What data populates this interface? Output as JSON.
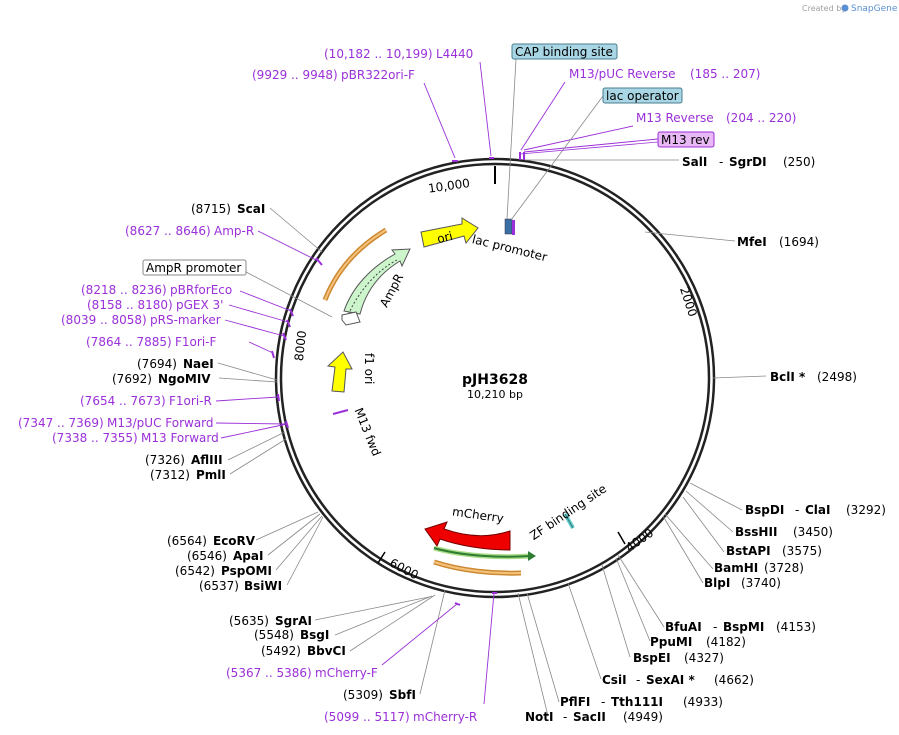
{
  "credit": {
    "created_by": "Created by",
    "brand": "SnapGene"
  },
  "plasmid": {
    "name": "pJH3628",
    "length_label": "10,210 bp"
  },
  "ring_ticks": [
    {
      "label": "10,000"
    },
    {
      "label": "2000"
    },
    {
      "label": "4000"
    },
    {
      "label": "6000"
    },
    {
      "label": "8000"
    }
  ],
  "inner_features": [
    {
      "name": "ori",
      "color": "#ffff00"
    },
    {
      "name": "lac promoter",
      "color": "#ffffff"
    },
    {
      "name": "AmpR",
      "color": "#ccf5cc"
    },
    {
      "name": "f1 ori",
      "color": "#ffff00"
    },
    {
      "name": "M13 fwd",
      "color": "#9b30d9"
    },
    {
      "name": "mCherry",
      "color": "#ee0000"
    },
    {
      "name": "ZF binding site",
      "color": "#66cccc"
    }
  ],
  "boxed_features": [
    {
      "name": "CAP binding site",
      "fill": "#a9d6e5",
      "stroke": "#4a7f90"
    },
    {
      "name": "lac operator",
      "fill": "#a9d6e5",
      "stroke": "#4a7f90"
    },
    {
      "name": "M13 rev",
      "fill": "#e8b9f5",
      "stroke": "#9b30d9"
    },
    {
      "name": "AmpR promoter",
      "fill": "#ffffff",
      "stroke": "#888888"
    }
  ],
  "primers": [
    {
      "range": "(10,182 .. 10,199)",
      "name": "L4440"
    },
    {
      "range": "(9929 .. 9948)",
      "name": "pBR322ori-F"
    },
    {
      "range": "(185 .. 207)",
      "name": "M13/pUC Reverse"
    },
    {
      "range": "(204 .. 220)",
      "name": "M13 Reverse"
    },
    {
      "range": "(8627 .. 8646)",
      "name": "Amp-R"
    },
    {
      "range": "(8218 .. 8236)",
      "name": "pBRforEco"
    },
    {
      "range": "(8158 .. 8180)",
      "name": "pGEX 3'"
    },
    {
      "range": "(8039 .. 8058)",
      "name": "pRS-marker"
    },
    {
      "range": "(7864 .. 7885)",
      "name": "F1ori-F"
    },
    {
      "range": "(7654 .. 7673)",
      "name": "F1ori-R"
    },
    {
      "range": "(7347 .. 7369)",
      "name": "M13/pUC Forward"
    },
    {
      "range": "(7338 .. 7355)",
      "name": "M13 Forward"
    },
    {
      "range": "(5367 .. 5386)",
      "name": "mCherry-F"
    },
    {
      "range": "(5099 .. 5117)",
      "name": "mCherry-R"
    }
  ],
  "enzymes": [
    {
      "name": "SalI",
      "second": "SgrDI",
      "pos": "(250)"
    },
    {
      "name": "MfeI",
      "pos": "(1694)"
    },
    {
      "name": "BclI *",
      "pos": "(2498)"
    },
    {
      "name": "BspDI",
      "second": "ClaI",
      "pos": "(3292)"
    },
    {
      "name": "BssHII",
      "pos": "(3450)"
    },
    {
      "name": "BstAPI",
      "pos": "(3575)"
    },
    {
      "name": "BamHI",
      "pos": "(3728)"
    },
    {
      "name": "BlpI",
      "pos": "(3740)"
    },
    {
      "name": "BfuAI",
      "second": "BspMI",
      "pos": "(4153)"
    },
    {
      "name": "PpuMI",
      "pos": "(4182)"
    },
    {
      "name": "BspEI",
      "pos": "(4327)"
    },
    {
      "name": "CsiI",
      "second": "SexAI *",
      "pos": "(4662)"
    },
    {
      "name": "PflFI",
      "second": "Tth111I",
      "pos": "(4933)"
    },
    {
      "name": "NotI",
      "second": "SacII",
      "pos": "(4949)"
    },
    {
      "name": "SbfI",
      "pos": "(5309)"
    },
    {
      "name": "BbvCI",
      "pos": "(5492)"
    },
    {
      "name": "BsgI",
      "pos": "(5548)"
    },
    {
      "name": "SgrAI",
      "pos": "(5635)"
    },
    {
      "name": "BsiWI",
      "pos": "(6537)"
    },
    {
      "name": "PspOMI",
      "pos": "(6542)"
    },
    {
      "name": "ApaI",
      "pos": "(6546)"
    },
    {
      "name": "EcoRV",
      "pos": "(6564)"
    },
    {
      "name": "PmlI",
      "pos": "(7312)"
    },
    {
      "name": "AflIII",
      "pos": "(7326)"
    },
    {
      "name": "NgoMIV",
      "pos": "(7692)"
    },
    {
      "name": "NaeI",
      "pos": "(7694)"
    },
    {
      "name": "ScaI",
      "pos": "(8715)"
    }
  ]
}
